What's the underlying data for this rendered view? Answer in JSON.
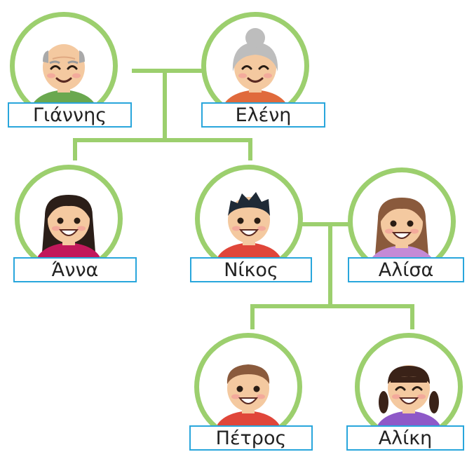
{
  "members": [
    {
      "name": "Γιάννης",
      "portrait": "grandfather-portrait"
    },
    {
      "name": "Ελένη",
      "portrait": "grandmother-portrait"
    },
    {
      "name": "Άννα",
      "portrait": "woman-portrait"
    },
    {
      "name": "Νίκος",
      "portrait": "man-portrait"
    },
    {
      "name": "Αλίσα",
      "portrait": "woman-portrait"
    },
    {
      "name": "Πέτρος",
      "portrait": "boy-portrait"
    },
    {
      "name": "Αλίκη",
      "portrait": "girl-portrait"
    }
  ],
  "colors": {
    "connector": "#9ccf6e",
    "ring": "#9ccf6e",
    "label_border": "#29a6dc",
    "label_text": "#222222"
  }
}
